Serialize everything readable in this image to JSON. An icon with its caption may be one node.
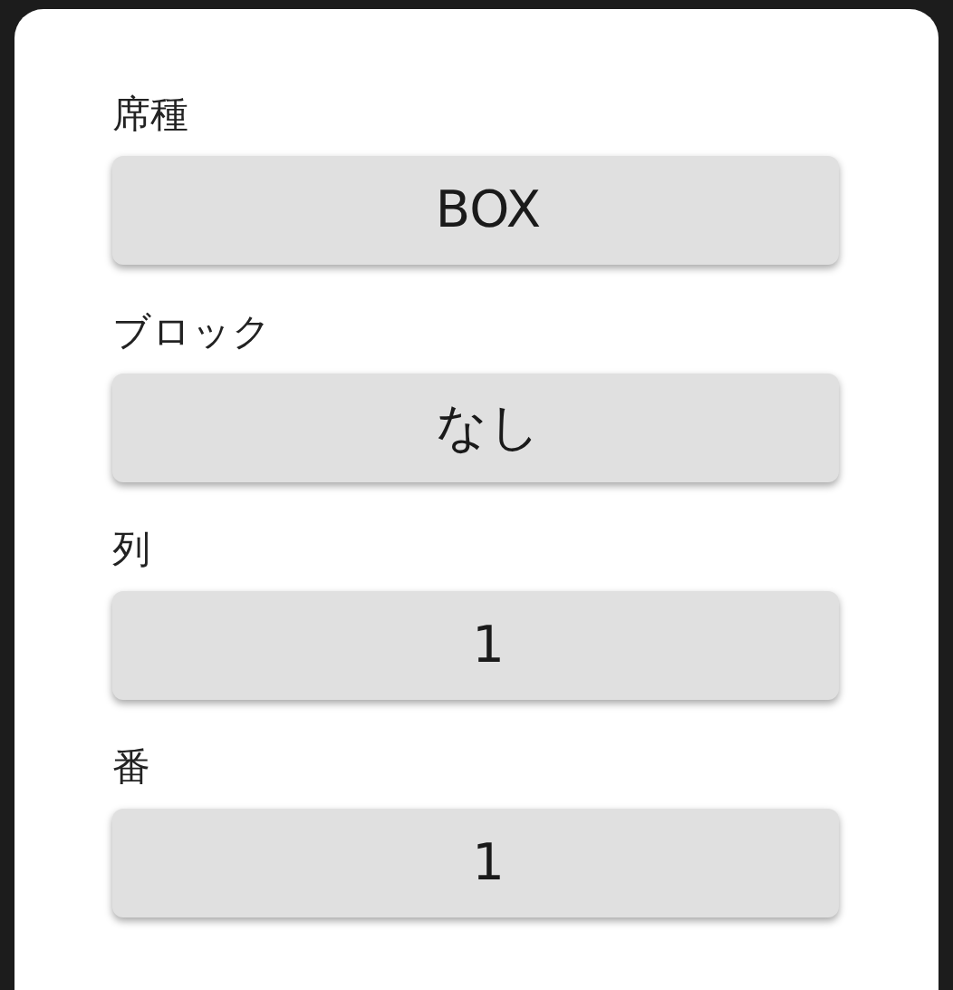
{
  "diagram": {
    "nodes": [
      {
        "text": [
          "席種",
          "BOX"
        ]
      },
      {
        "text": [
          "ブロック",
          "なし"
        ]
      },
      {
        "text": [
          "列",
          "1"
        ]
      },
      {
        "text": [
          "番",
          "1"
        ]
      }
    ]
  }
}
